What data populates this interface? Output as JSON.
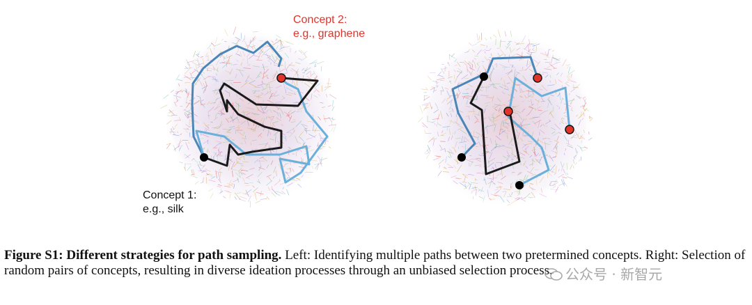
{
  "labels": {
    "concept2_line1": "Concept 2:",
    "concept2_line2": "e.g., graphene",
    "concept1_line1": "Concept 1:",
    "concept1_line2": "e.g., silk"
  },
  "colors": {
    "path_blue": "#4a86b8",
    "path_light_blue": "#6ab0da",
    "path_dark": "#1a1a1a",
    "node_red": "#e0342b",
    "node_black": "#000000"
  },
  "caption": {
    "title": "Figure S1: Different strategies for path sampling.",
    "body": " Left: Identifying multiple paths between two pretermined concepts. Right: Selection of random pairs of concepts, resulting in diverse ideation processes through an unbiased selection process."
  },
  "watermark": {
    "text": "公众号 · 新智元",
    "icon": "wechat-icon"
  }
}
